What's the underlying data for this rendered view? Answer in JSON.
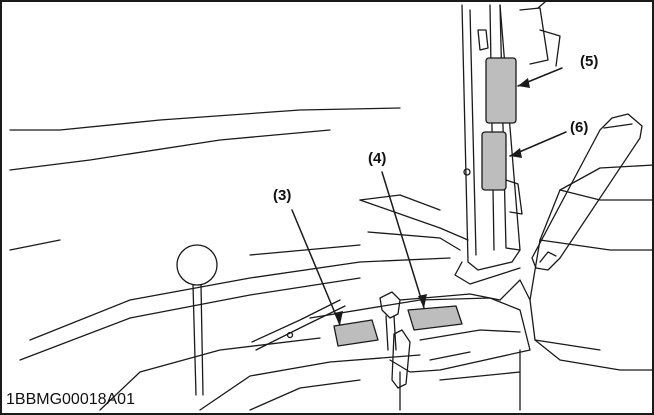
{
  "figure": {
    "id": "1BBMG00018A01",
    "callouts": [
      {
        "label": "(3)"
      },
      {
        "label": "(4)"
      },
      {
        "label": "(5)"
      },
      {
        "label": "(6)"
      }
    ]
  },
  "colors": {
    "line": "#1a1a1a",
    "label_fill": "#bdbdbd",
    "background": "#ffffff"
  }
}
